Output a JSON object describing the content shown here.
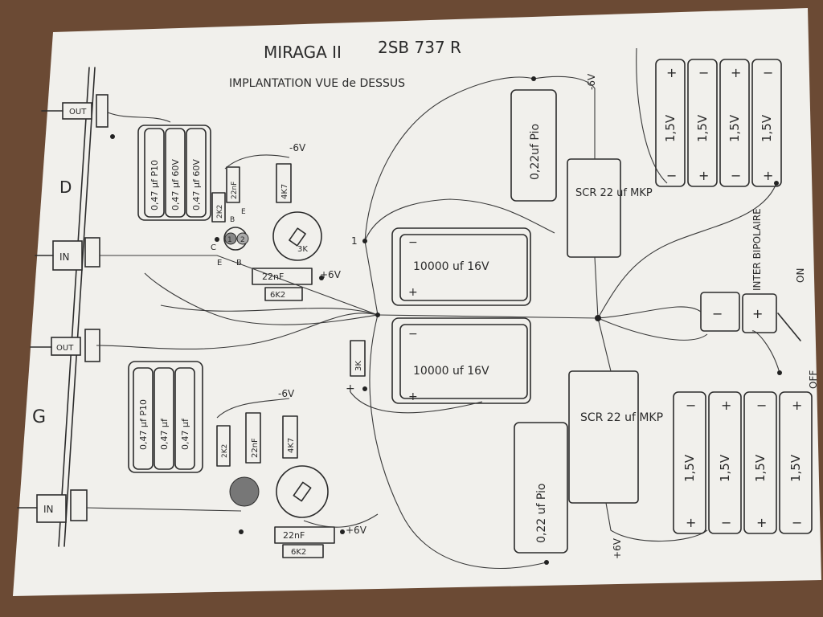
{
  "title": {
    "model": "MIRAGA II",
    "transistor": "2SB 737 R",
    "subtitle": "IMPLANTATION VUE de DESSUS"
  },
  "channels": {
    "right": "D",
    "left": "G"
  },
  "jacks": {
    "out": "OUT",
    "in": "IN"
  },
  "caps_right": {
    "c1": "0,47 µf 60V",
    "c2": "0,47 µf 60V",
    "c3": "0,47 µf P10"
  },
  "caps_left": {
    "c1": "0,47 µf",
    "c2": "0,47 µf",
    "c3": "0,47 µf P10"
  },
  "stage_top": {
    "neg_supply": "-6V",
    "pos_supply": "+6V",
    "r1": "2K2",
    "c1": "22nF",
    "r2": "4K7",
    "pot": "3K",
    "c2": "22nF",
    "r3": "6K2",
    "pins": {
      "c": "C",
      "e": "E",
      "b": "B",
      "e2": "E",
      "b2": "B",
      "n1": "1",
      "n2": "2"
    }
  },
  "stage_bottom": {
    "neg_supply": "-6V",
    "pos_supply": "+6V",
    "r1": "2K2",
    "c1": "22nF",
    "r2": "4K7",
    "c2": "22nF",
    "r3": "6K2"
  },
  "center": {
    "cap_top": "10000 uf 16V",
    "cap_bottom": "10000 uf 16V",
    "r_side": "3K",
    "node_1": "1",
    "plus": "+",
    "minus": "−"
  },
  "right_side": {
    "pio_top": "0,22uf Pio",
    "scr_top": "SCR 22 uf MKP",
    "neg6v": "-6V",
    "pio_bottom": "0,22 uf Pio",
    "scr_bottom": "SCR 22 uf MKP",
    "pos6v": "+6V"
  },
  "switch": {
    "label": "INTER BIPOLAIRE",
    "on": "ON",
    "off": "OFF",
    "plus": "+",
    "minus": "−"
  },
  "batteries": {
    "cell_label": "1,5V",
    "plus": "+",
    "minus": "−"
  },
  "colors": {
    "paper": "#f1f0ec",
    "table": "#6b4a34",
    "ink": "#2c2c2c"
  }
}
